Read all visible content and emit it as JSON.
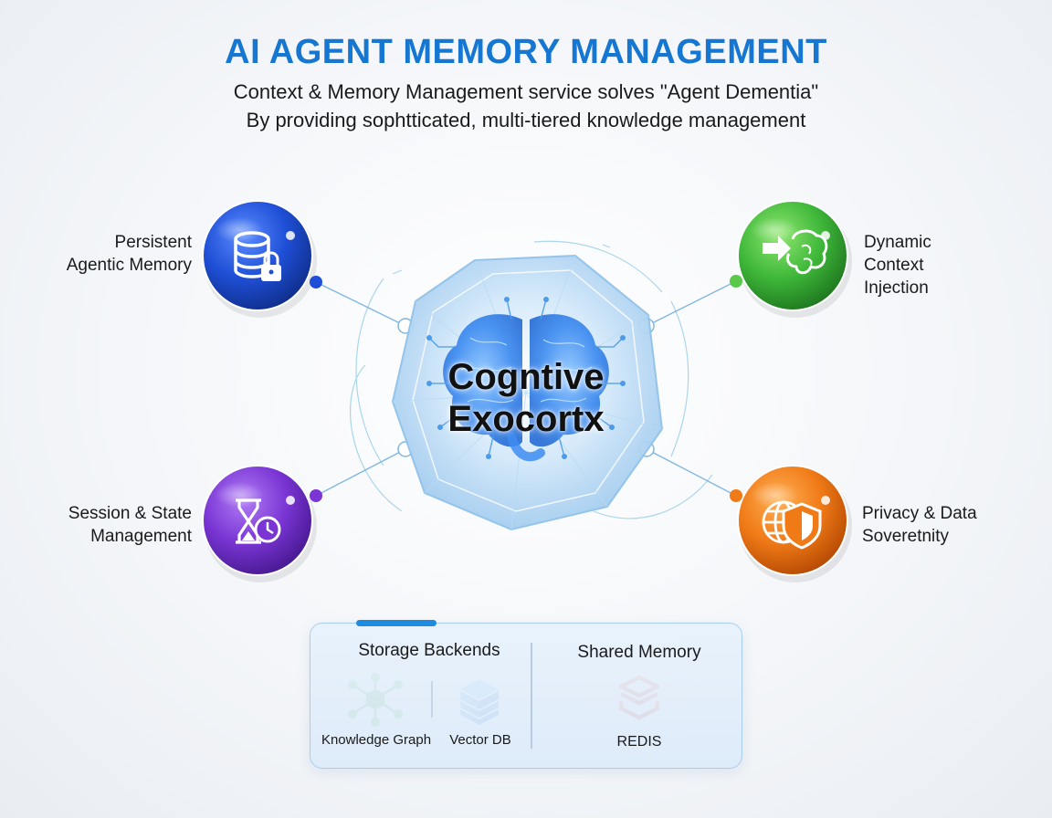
{
  "header": {
    "title": "AI AGENT MEMORY MANAGEMENT",
    "subtitle_line1": "Context & Memory Management service solves \"Agent Dementia\"",
    "subtitle_line2": "By providing sophtticated, multi-tiered knowledge management"
  },
  "center": {
    "line1": "Cogntive",
    "line2": "Exocortx"
  },
  "nodes": {
    "persistent": {
      "line1": "Persistent",
      "line2": "Agentic Memory",
      "icon": "database-lock-icon",
      "color": "#1f4fd6"
    },
    "session": {
      "line1": "Session & State",
      "line2": "Management",
      "icon": "hourglass-clock-icon",
      "color": "#7a35d4"
    },
    "dynamic": {
      "line1": "Dynamic",
      "line2": "Context",
      "line3": "Injection",
      "icon": "brain-arrow-icon",
      "color": "#3fb83a"
    },
    "privacy": {
      "line1": "Privacy & Data",
      "line2": "Soveretnity",
      "icon": "globe-shield-icon",
      "color": "#f07a16"
    }
  },
  "panel": {
    "storage_heading": "Storage Backends",
    "shared_heading": "Shared Memory",
    "knowledge_graph": "Knowledge Graph",
    "vector_db": "Vector DB",
    "redis": "REDIS"
  }
}
